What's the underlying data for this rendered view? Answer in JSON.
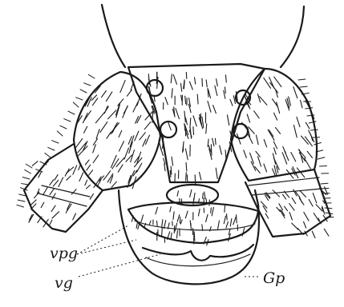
{
  "labels": {
    "vpg": "vpg",
    "vg": "vg",
    "gp": "Gp"
  }
}
